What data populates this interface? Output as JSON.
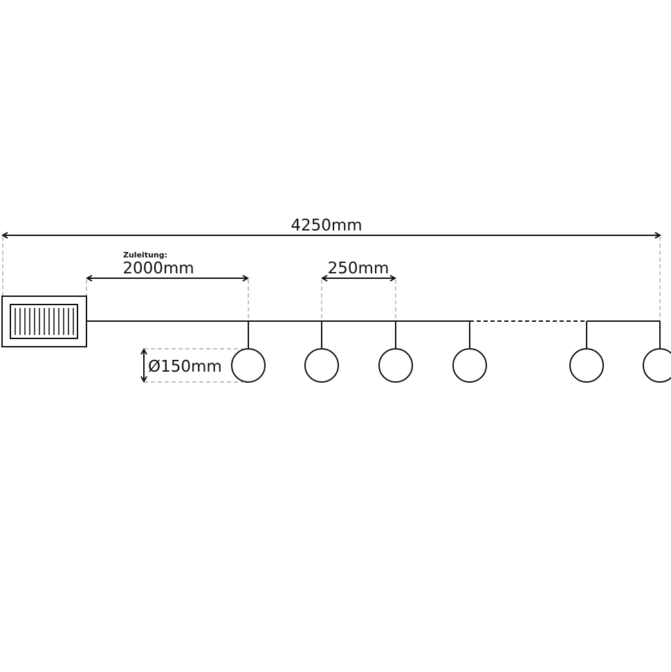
{
  "dimensions": {
    "total_length": "4250mm",
    "lead_label": "Zuleitung:",
    "lead_length": "2000mm",
    "spacing": "250mm",
    "diameter": "Ø150mm"
  },
  "colors": {
    "line": "#111111",
    "guide": "#999999"
  }
}
